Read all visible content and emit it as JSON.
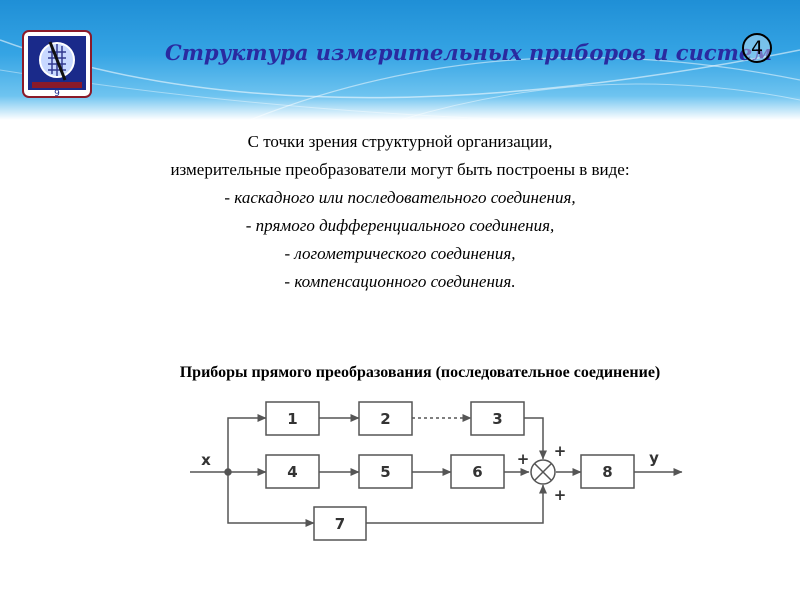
{
  "header": {
    "title": "Структура измерительных приборов и систем",
    "slide_number": "4",
    "logo_icon": "university-emblem-icon"
  },
  "intro": {
    "line1": "С точки зрения структурной организации,",
    "line2": "измерительные преобразователи могут быть построены в виде:",
    "items": [
      "- каскадного или последовательного соединения,",
      "- прямого дифференциального соединения,",
      "- логометрического соединения,",
      "- компенсационного соединения."
    ]
  },
  "diagram": {
    "caption": "Приборы прямого преобразования (последовательное соединение)",
    "input_label": "x",
    "output_label": "y",
    "blocks": [
      "1",
      "2",
      "3",
      "4",
      "5",
      "6",
      "7",
      "8"
    ],
    "sum_signs": [
      "+",
      "+",
      "+"
    ]
  },
  "colors": {
    "banner": "#1f8fd6",
    "title": "#2a2aa0",
    "diagram_line": "#555555"
  }
}
